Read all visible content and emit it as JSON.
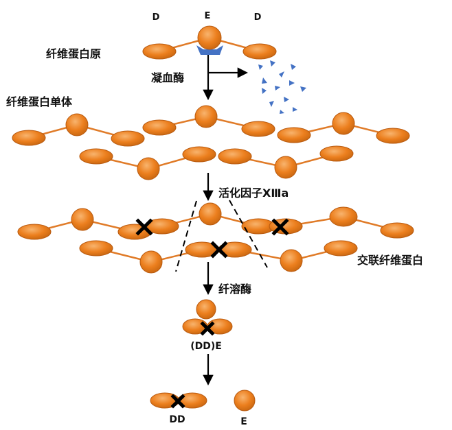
{
  "labels": {
    "d_left": "D",
    "e_top": "E",
    "d_right": "D",
    "fibrinogen": "纤维蛋白原",
    "thrombin": "凝血酶",
    "fibrin_monomer": "纤维蛋白单体",
    "factor_xiiia": "活化因子XⅢa",
    "crosslinked_fibrin": "交联纤维蛋白",
    "plasmin": "纤溶酶",
    "dd_e": "(DD)E",
    "dd": "DD",
    "e_bottom": "E"
  },
  "colors": {
    "orange": "#EC7F1E",
    "orange_dark": "#B85A10",
    "orange_light": "#F6AE66",
    "line": "#E07B28",
    "blue": "#4472C4",
    "black": "#000000"
  }
}
